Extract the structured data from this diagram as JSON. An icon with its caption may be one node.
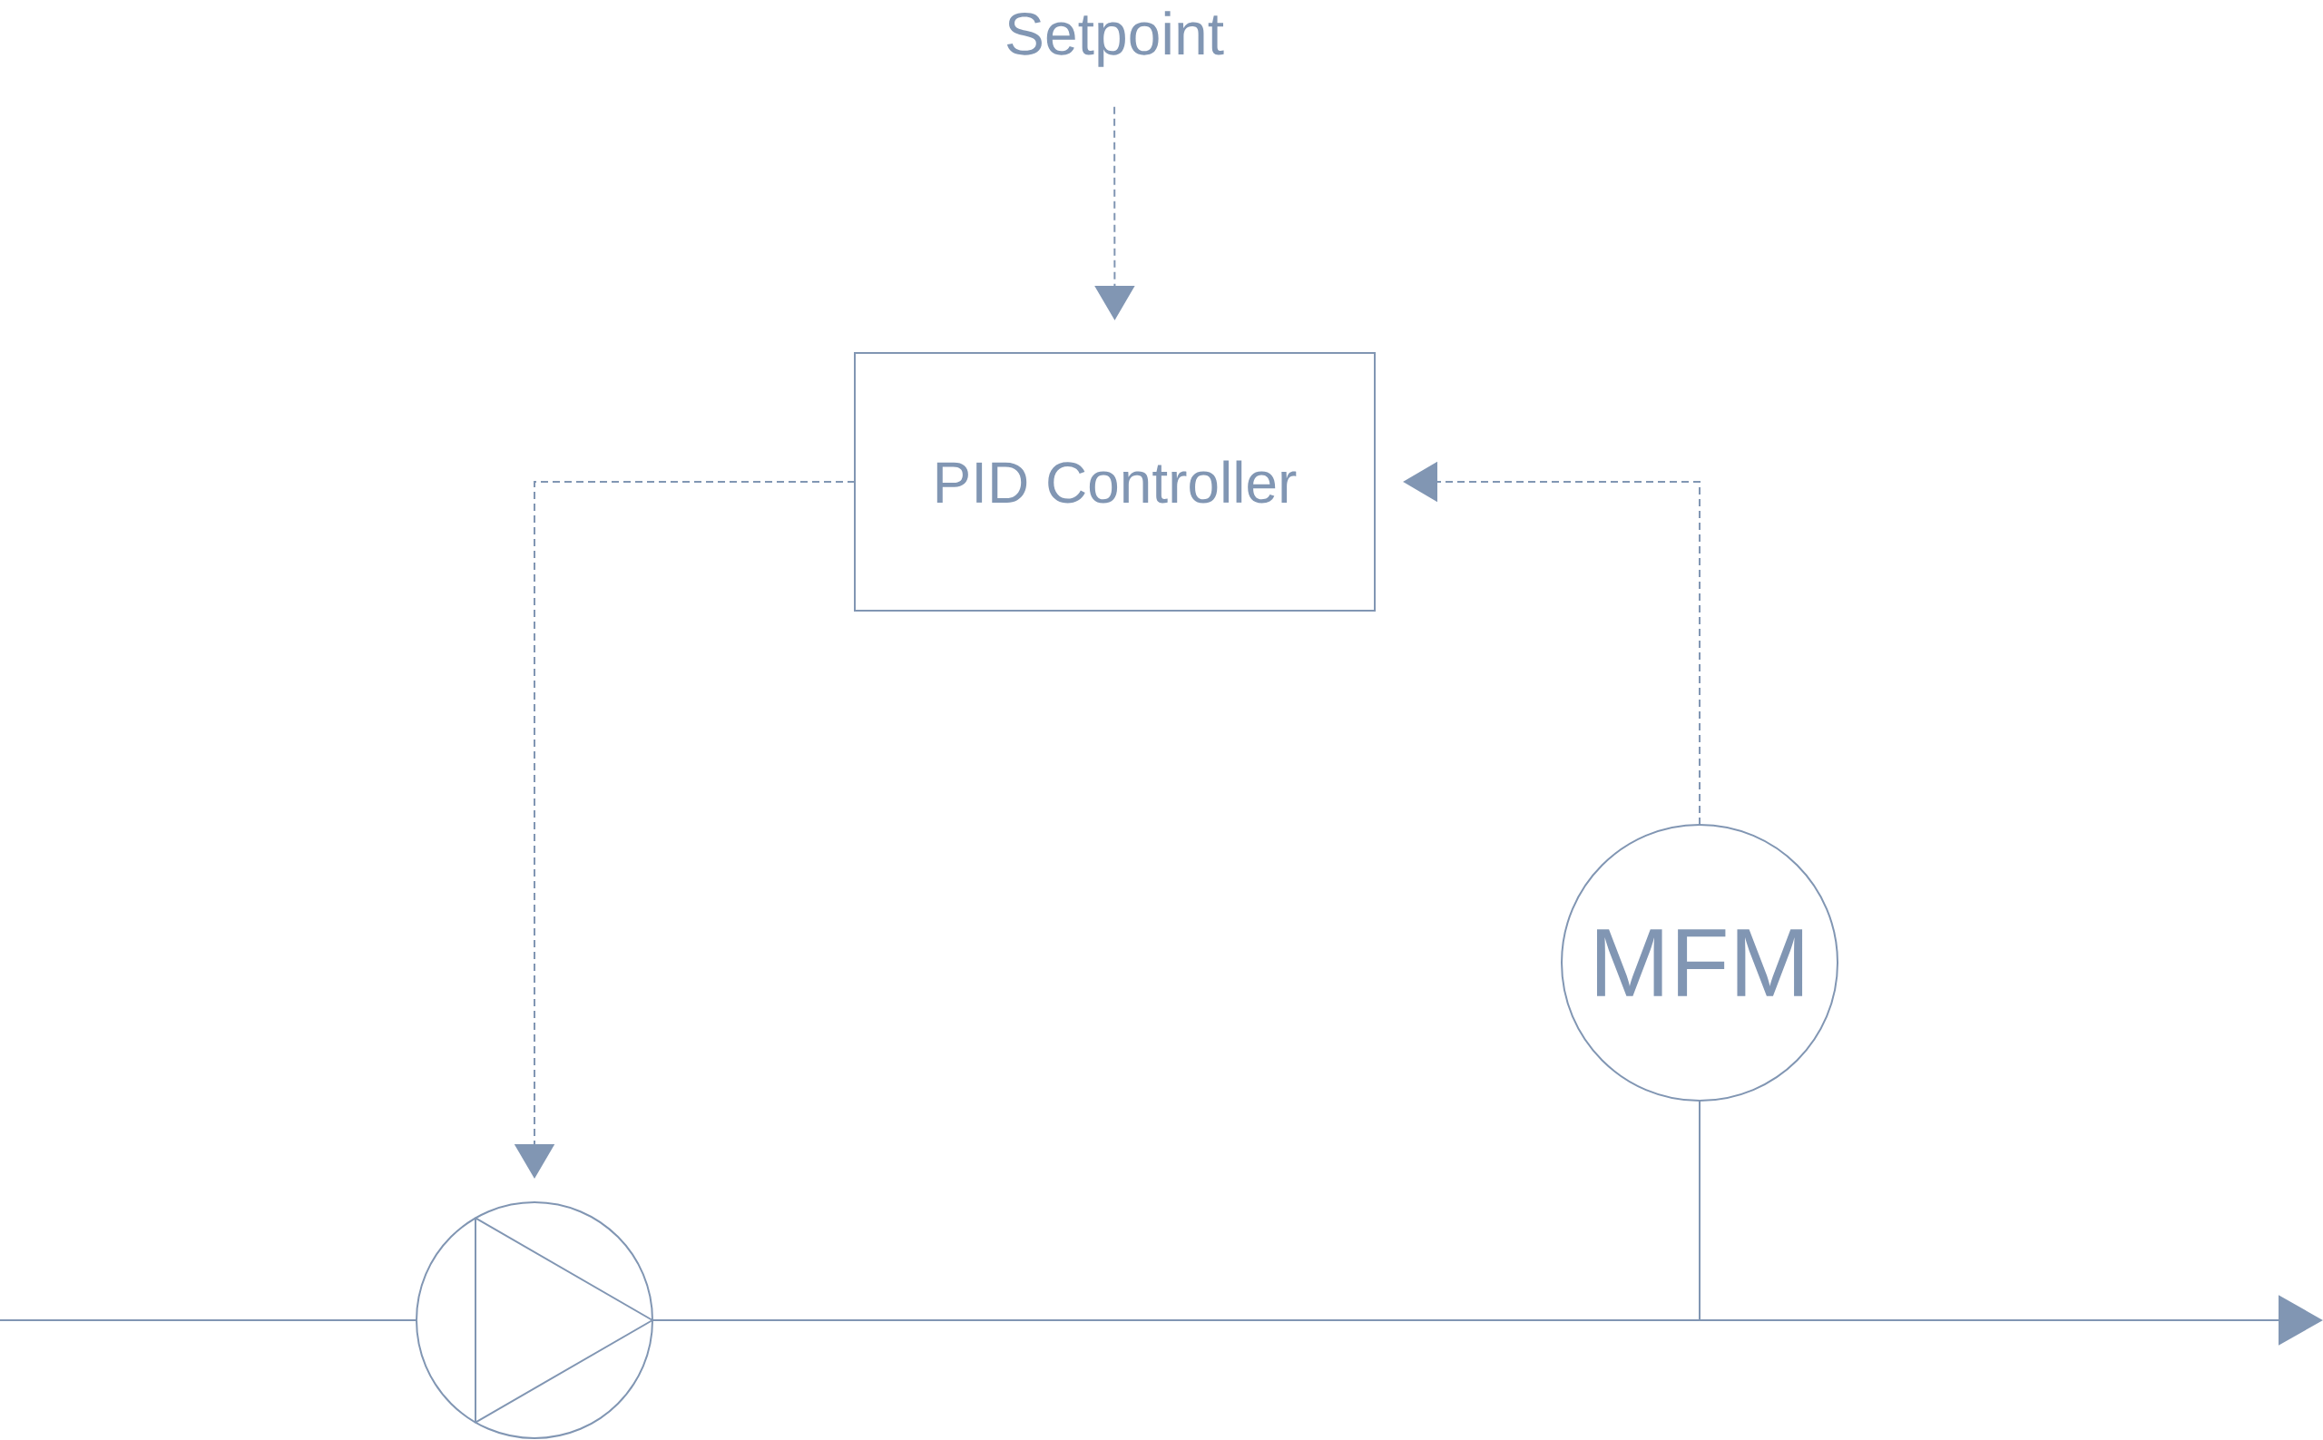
{
  "diagram": {
    "nodes": [
      {
        "text": [
          "Setpoint"
        ]
      },
      {
        "text": [
          "PID Controller"
        ]
      },
      {
        "text": [],
        "shape": "circle"
      },
      {
        "text": [
          "MFM"
        ]
      }
    ],
    "edges": [
      {
        "from": 0,
        "to": 1,
        "arrow": "to",
        "style": "dashed"
      },
      {
        "from": 1,
        "to": 2,
        "arrow": "to",
        "style": "dashed"
      },
      {
        "from": 3,
        "to": 1,
        "arrow": "to",
        "style": "dashed"
      },
      {
        "from": null,
        "to": 2,
        "arrow": "none"
      },
      {
        "from": 2,
        "to": null,
        "arrow": "to"
      },
      {
        "from": 3,
        "to": null,
        "arrow": "none"
      }
    ]
  }
}
